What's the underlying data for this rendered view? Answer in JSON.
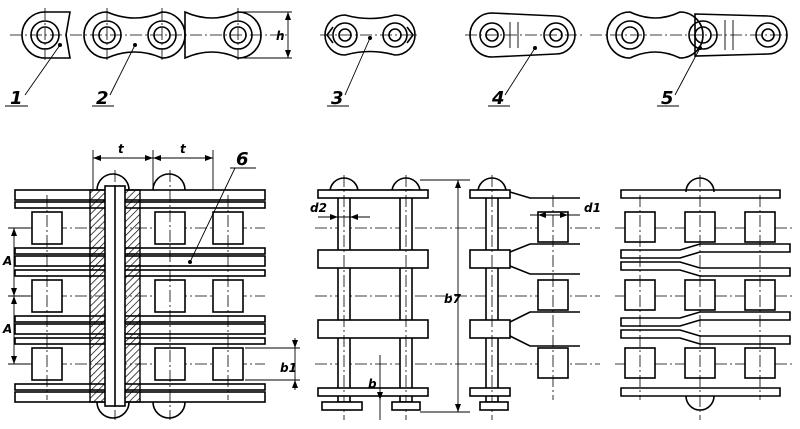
{
  "callouts": [
    "1",
    "2",
    "3",
    "4",
    "5",
    "6"
  ],
  "dimensions": {
    "h": "h",
    "t": "t",
    "A": "A",
    "b1": "b1",
    "b": "b",
    "b7": "b7",
    "d1": "d1",
    "d2": "d2"
  }
}
